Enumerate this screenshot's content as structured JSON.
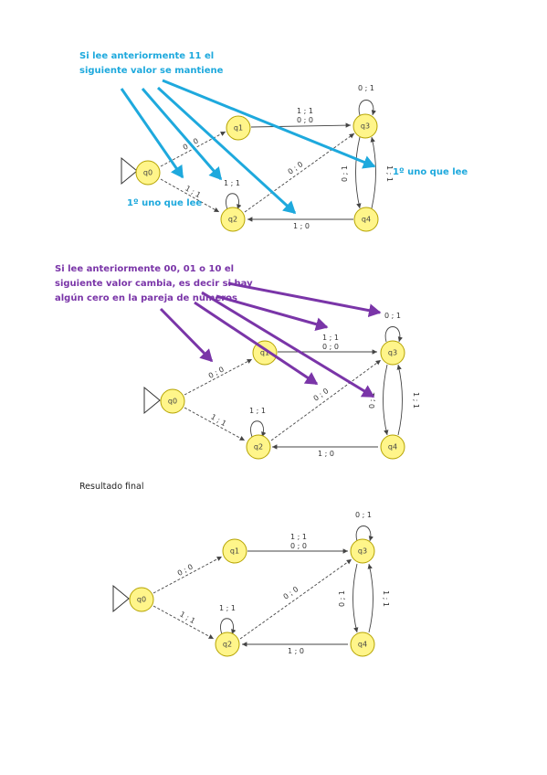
{
  "section1": {
    "note_lines": [
      "Si lee anteriormente 11 el",
      "siguiente valor se mantiene"
    ],
    "label_first_left": "1º uno que lee",
    "label_first_right": "1º uno que lee",
    "states": [
      "q0",
      "q1",
      "q2",
      "q3",
      "q4"
    ],
    "edges": {
      "q0_q1": "0 ; 0",
      "q0_q2": "1 ; 1",
      "q2_loop": "1 ; 1",
      "q1_q3": "1 ; 1",
      "q1_q3_b": "0 ; 0",
      "q2_q3": "0 ; 0",
      "q3_loop": "0 ; 1",
      "q3_q4": "0 ; 1",
      "q4_q3": "1 ; 1",
      "q4_q2": "1 ; 0"
    }
  },
  "section2": {
    "note_lines": [
      "Si lee anteriormente 00, 01 o 10 el",
      "siguiente valor cambia, es decir si hay",
      "algún cero en la pareja de números"
    ],
    "states": [
      "q0",
      "q1",
      "q2",
      "q3",
      "q4"
    ],
    "edges": {
      "q0_q1": "0 ; 0",
      "q0_q2": "1 ; 1",
      "q2_loop": "1 ; 1",
      "q1_q3": "1 ; 1",
      "q1_q3_b": "0 ; 0",
      "q2_q3": "0 ; 0",
      "q3_loop": "0 ; 1",
      "q3_q4": "0 ; 1",
      "q4_q3": "1 ; 1",
      "q4_q2": "1 ; 0"
    }
  },
  "section3": {
    "heading": "Resultado final",
    "states": [
      "q0",
      "q1",
      "q2",
      "q3",
      "q4"
    ],
    "edges": {
      "q0_q1": "0 ; 0",
      "q0_q2": "1 ; 1",
      "q2_loop": "1 ; 1",
      "q1_q3": "1 ; 1",
      "q1_q3_b": "0 ; 0",
      "q2_q3": "0 ; 0",
      "q3_loop": "0 ; 1",
      "q3_q4": "0 ; 1",
      "q4_q3": "1 ; 1",
      "q4_q2": "1 ; 0"
    }
  },
  "colors": {
    "blue": "#1ea9dd",
    "purple": "#7a35a8",
    "state_fill": "#fff58a"
  }
}
